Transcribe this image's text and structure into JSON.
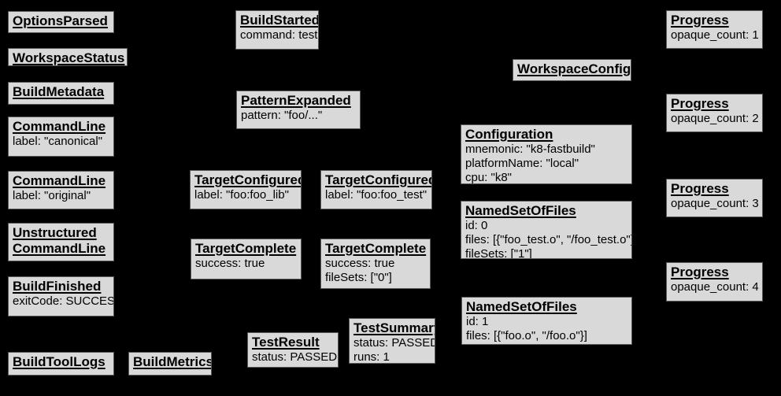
{
  "diagram": {
    "description": "Build event graph",
    "background_color": "#000000",
    "box_fill_color": "#d9d9d9",
    "box_border_color": "#595959",
    "text_color": "#000000"
  },
  "nodes": [
    {
      "title": "OptionsParsed",
      "lines": []
    },
    {
      "title": "WorkspaceStatus",
      "lines": []
    },
    {
      "title": "BuildMetadata",
      "lines": []
    },
    {
      "title": "CommandLine",
      "lines": [
        "label: \"canonical\""
      ]
    },
    {
      "title": "CommandLine",
      "lines": [
        "label: \"original\""
      ]
    },
    {
      "title": "Unstructured CommandLine",
      "lines": []
    },
    {
      "title": "BuildFinished",
      "lines": [
        "exitCode: SUCCESS"
      ]
    },
    {
      "title": "BuildToolLogs",
      "lines": []
    },
    {
      "title": "BuildMetrics",
      "lines": []
    },
    {
      "title": "BuildStarted",
      "lines": [
        "command: test"
      ]
    },
    {
      "title": "PatternExpanded",
      "lines": [
        "pattern: \"foo/...\""
      ]
    },
    {
      "title": "TargetConfigured",
      "lines": [
        "label: \"foo:foo_lib\""
      ]
    },
    {
      "title": "TargetConfigured",
      "lines": [
        "label: \"foo:foo_test\""
      ]
    },
    {
      "title": "TargetComplete",
      "lines": [
        "success: true"
      ]
    },
    {
      "title": "TargetComplete",
      "lines": [
        "success: true",
        "fileSets: [\"0\"]"
      ]
    },
    {
      "title": "TestResult",
      "lines": [
        "status: PASSED"
      ]
    },
    {
      "title": "TestSummary",
      "lines": [
        "status: PASSED",
        "runs: 1"
      ]
    },
    {
      "title": "WorkspaceConfig",
      "lines": []
    },
    {
      "title": "Configuration",
      "lines": [
        "mnemonic: \"k8-fastbuild\"",
        "platformName: \"local\"",
        "cpu: \"k8\""
      ]
    },
    {
      "title": "NamedSetOfFiles",
      "lines": [
        "id: 0",
        "files: [{\"foo_test.o\", \"/foo_test.o\"}]",
        "fileSets: [\"1\"]"
      ]
    },
    {
      "title": "NamedSetOfFiles",
      "lines": [
        "id: 1",
        "files: [{\"foo.o\", \"/foo.o\"}]"
      ]
    },
    {
      "title": "Progress",
      "lines": [
        "opaque_count: 1"
      ]
    },
    {
      "title": "Progress",
      "lines": [
        "opaque_count: 2"
      ]
    },
    {
      "title": "Progress",
      "lines": [
        "opaque_count: 3"
      ]
    },
    {
      "title": "Progress",
      "lines": [
        "opaque_count: 4"
      ]
    }
  ]
}
